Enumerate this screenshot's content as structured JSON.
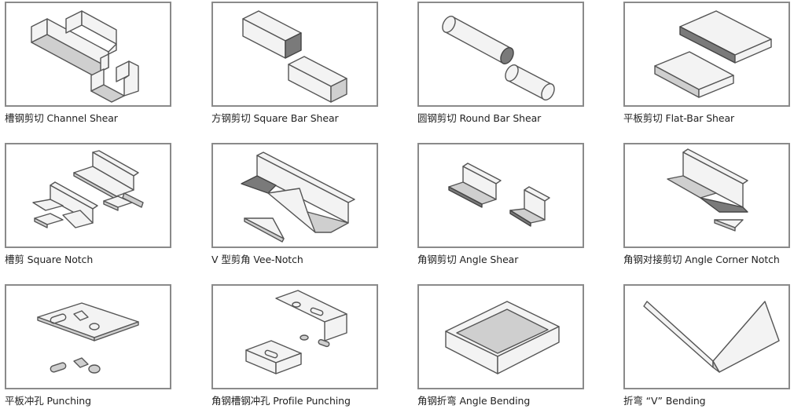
{
  "cells": [
    {
      "caption": "槽钢剪切 Channel Shear"
    },
    {
      "caption": "方钢剪切 Square Bar Shear"
    },
    {
      "caption": "圆钢剪切 Round Bar Shear"
    },
    {
      "caption": "平板剪切 Flat-Bar Shear"
    },
    {
      "caption": "槽剪 Square Notch"
    },
    {
      "caption": "V 型剪角 Vee-Notch"
    },
    {
      "caption": "角钢剪切 Angle Shear"
    },
    {
      "caption": "角钢对接剪切 Angle Corner Notch"
    },
    {
      "caption": "平板冲孔 Punching"
    },
    {
      "caption": "角钢槽钢冲孔 Profile Punching"
    },
    {
      "caption": "角钢折弯 Angle Bending"
    },
    {
      "caption": "折弯 “V” Bending"
    }
  ]
}
